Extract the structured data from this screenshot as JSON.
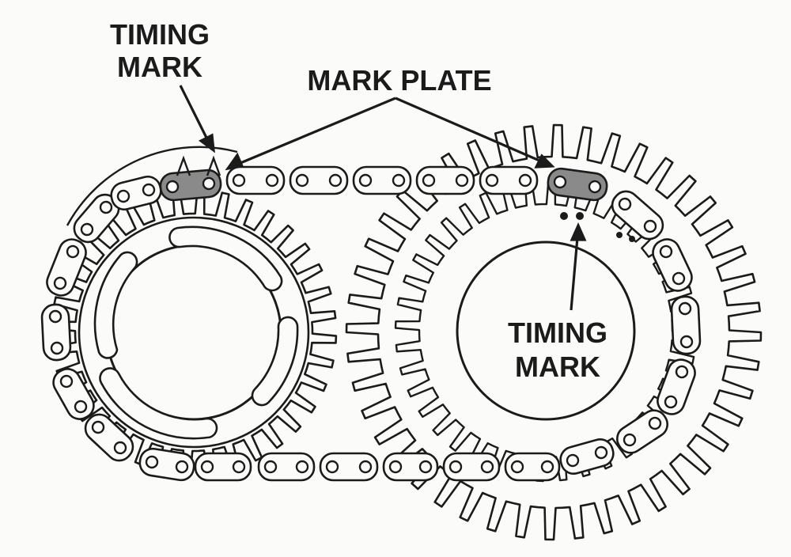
{
  "labels": {
    "timing_mark_left": [
      "TIMING",
      "MARK"
    ],
    "mark_plate": "MARK PLATE",
    "timing_mark_right": [
      "TIMING",
      "MARK"
    ]
  },
  "colors": {
    "ink": "#1b1b1b",
    "paper": "#fbfbf9",
    "mark_plate_fill": "#8a8a8a"
  }
}
